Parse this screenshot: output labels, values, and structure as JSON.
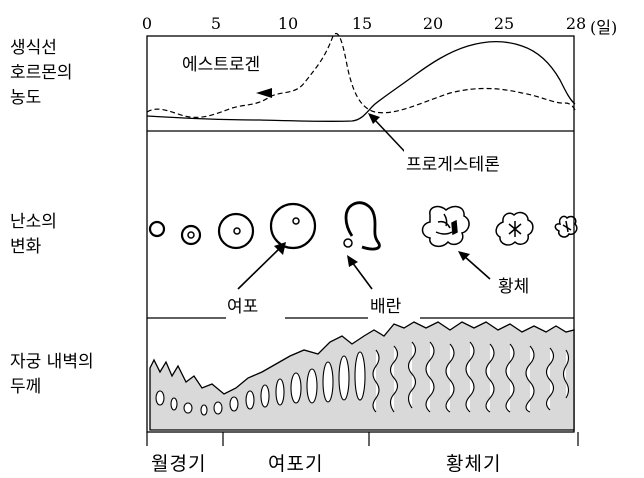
{
  "axis": {
    "ticks": [
      "0",
      "5",
      "10",
      "15",
      "20",
      "25",
      "28"
    ],
    "unit": "(일)"
  },
  "rows": {
    "hormone_label": [
      "생식선",
      "호르몬의",
      "농도"
    ],
    "ovary_label": [
      "난소의",
      "변화"
    ],
    "uterus_label": [
      "자궁 내벽의",
      "두께"
    ]
  },
  "annotations": {
    "estrogen": "에스트로겐",
    "progesterone": "프로게스테론",
    "follicle": "여포",
    "ovulation": "배란",
    "corpus_luteum": "황체"
  },
  "phases": [
    "월경기",
    "여포기",
    "황체기"
  ],
  "colors": {
    "line": "#000000",
    "endometrium_fill": "#d9d9d9"
  }
}
